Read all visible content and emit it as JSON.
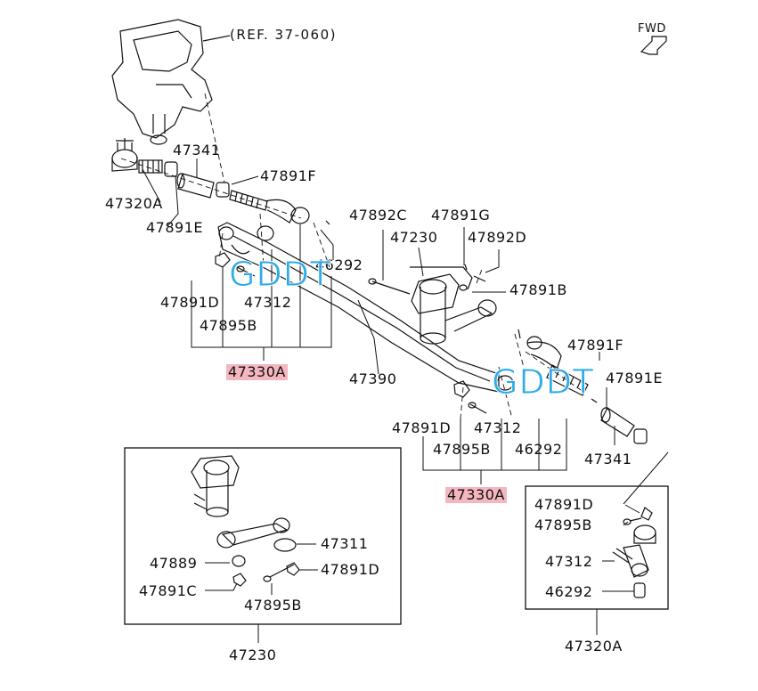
{
  "reference": "(REF. 37-060)",
  "direction": "FWD",
  "watermark": "GDDT",
  "highlight_color": "#f4b6bf",
  "watermark_color": "#23a8e8",
  "labels": {
    "p47341_top": "47341",
    "p47891F_top": "47891F",
    "p47320A_top": "47320A",
    "p47891E_top": "47891E",
    "p46292_top": "46292",
    "p47891D_top": "47891D",
    "p47312_top": "47312",
    "p47895B_top": "47895B",
    "p47330A_top": "47330A",
    "p47390": "47390",
    "p47892C": "47892C",
    "p47891G": "47891G",
    "p47230_mid": "47230",
    "p47892D": "47892D",
    "p47891B": "47891B",
    "p47891F_right": "47891F",
    "p47891E_right": "47891E",
    "p47341_right": "47341",
    "p47891D_mid": "47891D",
    "p47312_mid": "47312",
    "p47895B_mid": "47895B",
    "p46292_mid": "46292",
    "p47330A_mid": "47330A",
    "p47311": "47311",
    "p47889": "47889",
    "p47891D_box": "47891D",
    "p47891C": "47891C",
    "p47895B_box": "47895B",
    "p47230_box": "47230",
    "p47891D_rbox": "47891D",
    "p47895B_rbox": "47895B",
    "p47312_rbox": "47312",
    "p46292_rbox": "46292",
    "p47320A_rbox": "47320A"
  }
}
